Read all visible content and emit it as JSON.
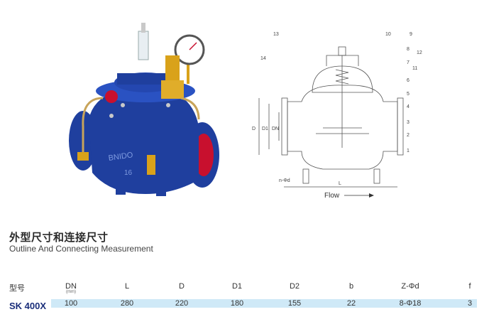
{
  "heading": {
    "cn": "外型尺寸和连接尺寸",
    "en": "Outline And Connecting Measurement"
  },
  "photo": {
    "brand_text": "BNIDO",
    "pressure_rating": "16"
  },
  "drawing": {
    "callouts": [
      "13",
      "10",
      "9",
      "8",
      "12",
      "7",
      "11",
      "6",
      "5",
      "4",
      "3",
      "2",
      "1",
      "14"
    ],
    "dim_labels": {
      "d": "D",
      "d1": "D1",
      "dn": "DN",
      "nd": "n-Φd",
      "l": "L"
    },
    "flow": "Flow"
  },
  "table": {
    "headers": {
      "model": "型号",
      "dn": "DN",
      "dn_unit": "(mm)",
      "l": "L",
      "d": "D",
      "d1": "D1",
      "d2": "D2",
      "b": "b",
      "zphid": "Z-Φd",
      "f": "f"
    },
    "row": {
      "model": "SK 400X",
      "dn": "100",
      "l": "280",
      "d": "220",
      "d1": "180",
      "d2": "155",
      "b": "22",
      "zphid": "8-Φ18",
      "f": "3"
    }
  },
  "colors": {
    "valve_blue": "#1f3f9e",
    "brass": "#d9a21a",
    "row_highlight": "#cfe9f7",
    "model_text": "#1a2e7a"
  }
}
